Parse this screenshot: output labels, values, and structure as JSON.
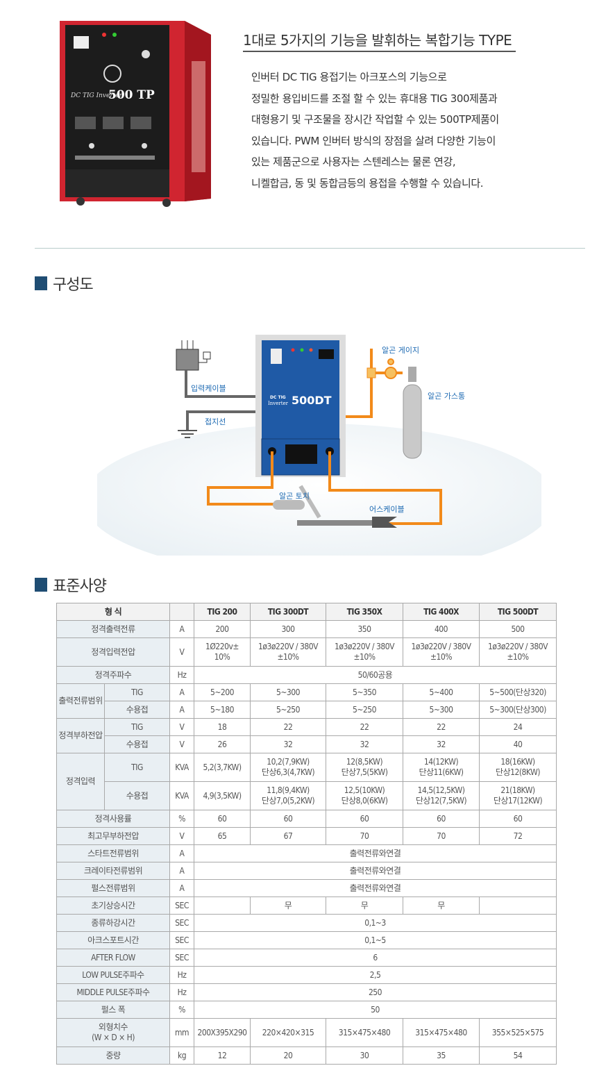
{
  "intro": {
    "headline": "1대로 5가지의 기능을 발휘하는 복합기능 TYPE",
    "description": [
      "인버터 DC TIG 용접기는 아크포스의 기능으로",
      "정밀한 용입비드를 조절 할 수 있는 휴대용 TIG 300제품과",
      "대형용기 및 구조물을 장시간 작업할 수 있는 500TP제품이",
      "있습니다. PWM 인버터 방식의 장점을 살려 다양한 기능이",
      "있는 제품군으로 사용자는 스텐레스는 물론 연강,",
      "니켈합금, 동 및 동합금등의 용접을 수행할 수 있습니다."
    ],
    "machine_label": "500 TP",
    "machine_brand": "DC TIG Inverter"
  },
  "sections": {
    "diagram_title": "구성도",
    "spec_title": "표준사양"
  },
  "diagram": {
    "machine_model": "500DT",
    "machine_brand_1": "DC TIG",
    "machine_brand_2": "Inverter",
    "labels": {
      "input_cable": "입력케이블",
      "ground": "접지선",
      "argon_gauge": "알곤 게이지",
      "argon_tank": "알곤 가스통",
      "argon_torch": "알곤 토치",
      "earth_cable": "어스케이블"
    },
    "colors": {
      "cabinet": "#1f5aa6",
      "hose": "#f28a1a",
      "cable": "#666666"
    }
  },
  "spec_table": {
    "header": {
      "label": "형 식",
      "models": [
        "TIG 200",
        "TIG 300DT",
        "TIG 350X",
        "TIG 400X",
        "TIG 500DT"
      ]
    },
    "rows": [
      {
        "label": "정격출력전류",
        "unit": "A",
        "values": [
          "200",
          "300",
          "350",
          "400",
          "500"
        ]
      },
      {
        "label": "정격입력전압",
        "unit": "V",
        "tall": true,
        "values": [
          "1Ø220v±\n10%",
          "1ø3ø220V / 380V\n±10%",
          "1ø3ø220V / 380V\n±10%",
          "1ø3ø220V / 380V\n±10%",
          "1ø3ø220V / 380V\n±10%"
        ]
      },
      {
        "label": "정격주파수",
        "unit": "Hz",
        "span": "50/60공용"
      },
      {
        "group": "출력전류범위",
        "sub": "TIG",
        "unit": "A",
        "values": [
          "5~200",
          "5~300",
          "5~350",
          "5~400",
          "5~500(단상320)"
        ]
      },
      {
        "group": "출력전류범위",
        "sub": "수용접",
        "unit": "A",
        "values": [
          "5~180",
          "5~250",
          "5~250",
          "5~300",
          "5~300(단상300)"
        ]
      },
      {
        "group": "정격부하전압",
        "sub": "TIG",
        "unit": "V",
        "values": [
          "18",
          "22",
          "22",
          "22",
          "24"
        ]
      },
      {
        "group": "정격부하전압",
        "sub": "수용접",
        "unit": "V",
        "values": [
          "26",
          "32",
          "32",
          "32",
          "40"
        ]
      },
      {
        "group": "정격입력",
        "sub": "TIG",
        "unit": "KVA",
        "tall": true,
        "values": [
          "5,2(3,7KW)",
          "10,2(7,9KW)\n단상6,3(4,7KW)",
          "12(8,5KW)\n단상7,5(5KW)",
          "14(12KW)\n단상11(6KW)",
          "18(16KW)\n단상12(8KW)"
        ]
      },
      {
        "group": "정격입력",
        "sub": "수용접",
        "unit": "KVA",
        "tall": true,
        "values": [
          "4,9(3,5KW)",
          "11,8(9,4KW)\n단상7,0(5,2KW)",
          "12,5(10KW)\n단상8,0(6KW)",
          "14,5(12,5KW)\n단상12(7,5KW)",
          "21(18KW)\n단상17(12KW)"
        ]
      },
      {
        "label": "정격사용률",
        "unit": "%",
        "values": [
          "60",
          "60",
          "60",
          "60",
          "60"
        ]
      },
      {
        "label": "최고무부하전압",
        "unit": "V",
        "values": [
          "65",
          "67",
          "70",
          "70",
          "72"
        ]
      },
      {
        "label": "스타트전류범위",
        "unit": "A",
        "span": "출력전류와연결"
      },
      {
        "label": "크레이타전류범위",
        "unit": "A",
        "span": "출력전류와연결"
      },
      {
        "label": "펄스전류범위",
        "unit": "A",
        "span": "출력전류와연결"
      },
      {
        "label": "초기상승시간",
        "unit": "SEC",
        "values": [
          "",
          "무",
          "무",
          "무",
          ""
        ]
      },
      {
        "label": "종류하강시간",
        "unit": "SEC",
        "span": "0,1~3"
      },
      {
        "label": "아크스포트시간",
        "unit": "SEC",
        "span": "0,1~5"
      },
      {
        "label": "AFTER FLOW",
        "unit": "SEC",
        "span": "6"
      },
      {
        "label": "LOW PULSE주파수",
        "unit": "Hz",
        "span": "2,5"
      },
      {
        "label": "MIDDLE PULSE주파수",
        "unit": "Hz",
        "span": "250"
      },
      {
        "label": "펄스 폭",
        "unit": "%",
        "span": "50"
      },
      {
        "label": "외형치수\n(W × D × H)",
        "unit": "mm",
        "tall": true,
        "values": [
          "200X395X290",
          "220×420×315",
          "315×475×480",
          "315×475×480",
          "355×525×575"
        ]
      },
      {
        "label": "중량",
        "unit": "kg",
        "values": [
          "12",
          "20",
          "30",
          "35",
          "54"
        ]
      }
    ]
  }
}
